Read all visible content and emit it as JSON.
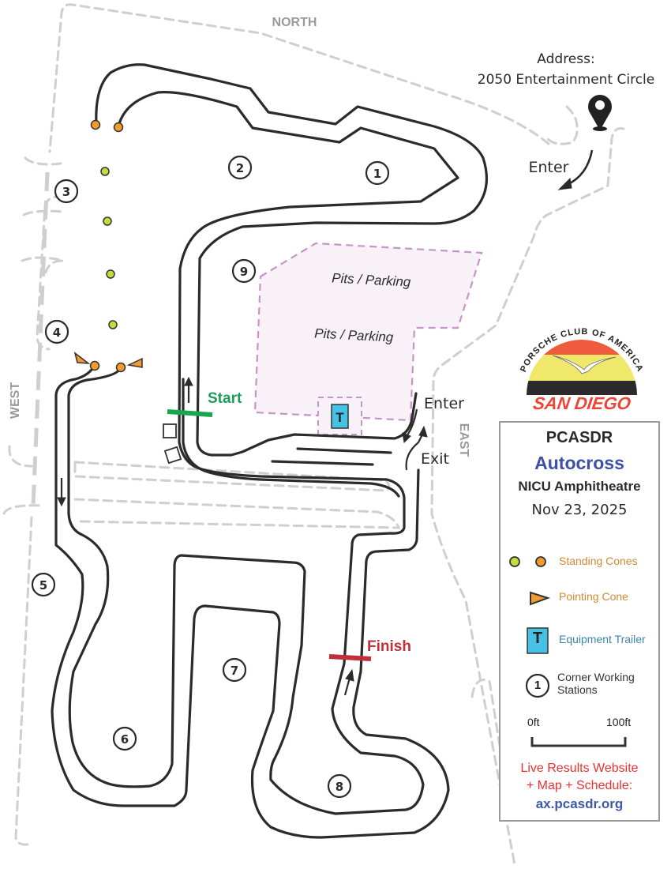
{
  "compass": {
    "north": "NORTH",
    "west": "WEST",
    "east": "EAST"
  },
  "address": {
    "label": "Address:",
    "value": "2050 Entertainment Circle",
    "enter": "Enter"
  },
  "course": {
    "start": "Start",
    "finish": "Finish",
    "enter": "Enter",
    "exit": "Exit",
    "pits_1": "Pits / Parking",
    "pits_2": "Pits / Parking",
    "trailer": "T",
    "stations": [
      "1",
      "2",
      "3",
      "4",
      "5",
      "6",
      "7",
      "8",
      "9"
    ]
  },
  "logo": {
    "arc_text": "PORSCHE CLUB OF AMERICA",
    "city": "SAN DIEGO"
  },
  "legend": {
    "org": "PCASDR",
    "event": "Autocross",
    "venue": "NICU Amphitheatre",
    "date": "Nov 23, 2025",
    "standing_cones": "Standing Cones",
    "pointing_cone": "Pointing Cone",
    "trailer_icon": "T",
    "equipment_trailer": "Equipment Trailer",
    "station_icon": "1",
    "corner_working_1": "Corner Working",
    "corner_working_2": "Stations",
    "scale_start": "0ft",
    "scale_end": "100ft",
    "results_1": "Live Results Website",
    "results_2": "+ Map + Schedule:",
    "url": "ax.pcasdr.org"
  },
  "colors": {
    "track": "#2b2b2b",
    "start": "#1aa651",
    "finish": "#c0303a",
    "cone_green": "#c5dd3a",
    "cone_orange": "#f39a2e",
    "trailer": "#46c2e6",
    "pits": "#c993c9",
    "autocross": "#3d4fa8",
    "orange_text": "#d08a32",
    "blue_text": "#3a87a8",
    "red_text": "#e8332f"
  }
}
